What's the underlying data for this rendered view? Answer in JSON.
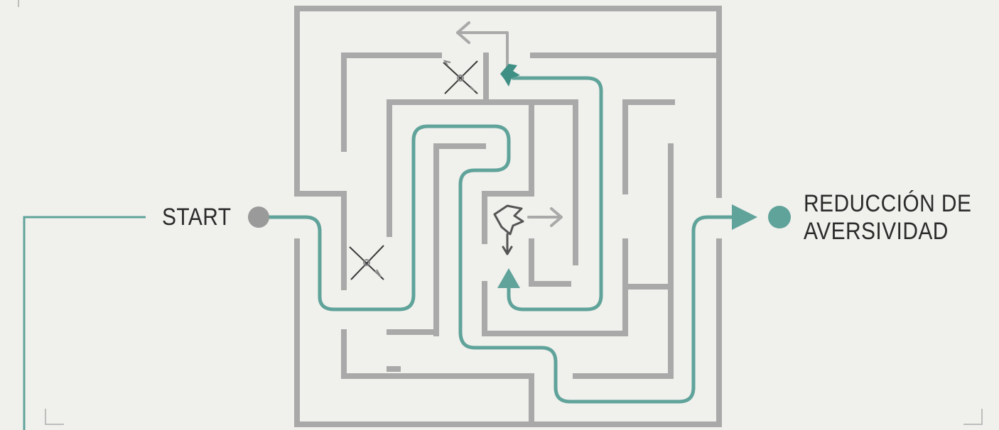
{
  "start": {
    "label": "START"
  },
  "end": {
    "line1": "REDUCCIÓN DE",
    "line2": "AVERSIVIDAD"
  },
  "colors": {
    "background": "#f0f0ec",
    "wall": "#a9a9a9",
    "path": "#5fa39a",
    "start_dot": "#9a9a9a",
    "end_dot": "#5fa39a",
    "text": "#2b2b2b"
  },
  "icons": [
    "dead-end-x-icon",
    "bird-icon",
    "right-arrow-icon",
    "down-arrow-icon",
    "arrowhead-icon"
  ]
}
